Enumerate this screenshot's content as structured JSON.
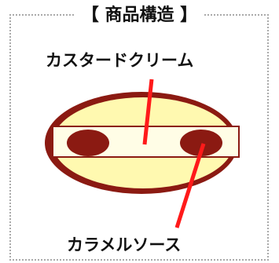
{
  "title": "【 商品構造 】",
  "labels": {
    "top": "カスタードクリーム",
    "bottom": "カラメルソース"
  },
  "colors": {
    "outer_shell": "#8b1a12",
    "inner_dough": "#fff9b0",
    "cream_band": "#fffde6",
    "caramel": "#8b1a12",
    "leader_line": "#ff1a1a",
    "frame_border": "#aaaaaa"
  }
}
